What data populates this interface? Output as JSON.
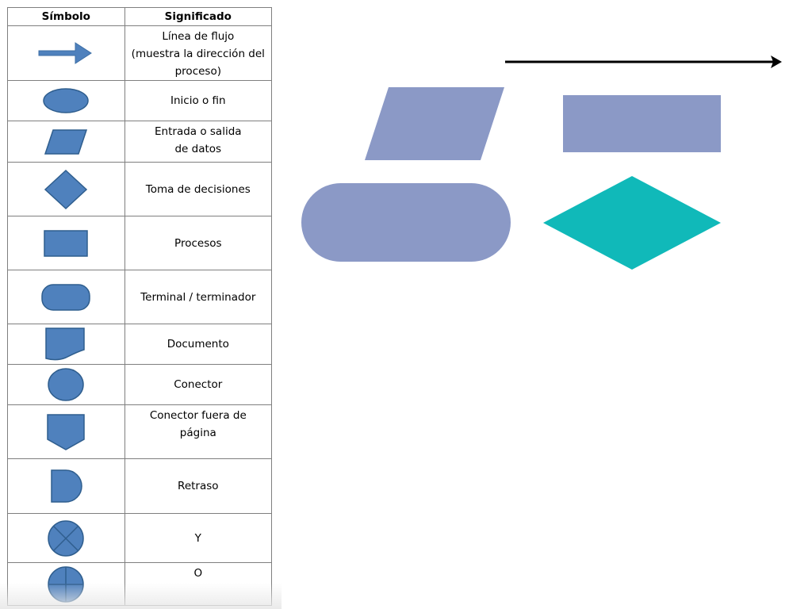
{
  "table": {
    "header": {
      "symbol": "Símbolo",
      "meaning": "Significado"
    },
    "rows": [
      {
        "icon": "arrow-icon",
        "lines": [
          "Línea de flujo",
          "(muestra la dirección del",
          "proceso)"
        ]
      },
      {
        "icon": "ellipse-icon",
        "lines": [
          "Inicio o fin"
        ]
      },
      {
        "icon": "parallelogram-icon",
        "lines": [
          "Entrada o salida",
          "de datos"
        ]
      },
      {
        "icon": "diamond-icon",
        "lines": [
          "Toma de decisiones"
        ]
      },
      {
        "icon": "rectangle-icon",
        "lines": [
          "Procesos"
        ]
      },
      {
        "icon": "rounded-rectangle-icon",
        "lines": [
          "Terminal / terminador"
        ]
      },
      {
        "icon": "document-icon",
        "lines": [
          "Documento"
        ]
      },
      {
        "icon": "circle-icon",
        "lines": [
          "Conector"
        ]
      },
      {
        "icon": "pentagon-icon",
        "lines": [
          "Conector fuera de",
          "página"
        ]
      },
      {
        "icon": "delay-icon",
        "lines": [
          "Retraso"
        ]
      },
      {
        "icon": "circle-x-icon",
        "lines": [
          "Y"
        ]
      },
      {
        "icon": "circle-plus-icon",
        "lines": [
          "O"
        ]
      }
    ]
  },
  "colors": {
    "icon_fill": "#4f81bd",
    "icon_stroke": "#2f5e8e",
    "shape_fill": "#8b99c6",
    "diamond_fill": "#10b9b9",
    "arrow_color": "#000000",
    "grid_line": "#7f7f7f"
  },
  "canvas_shapes": [
    "arrow-line",
    "parallelogram",
    "rectangle",
    "rounded-rectangle",
    "diamond"
  ]
}
